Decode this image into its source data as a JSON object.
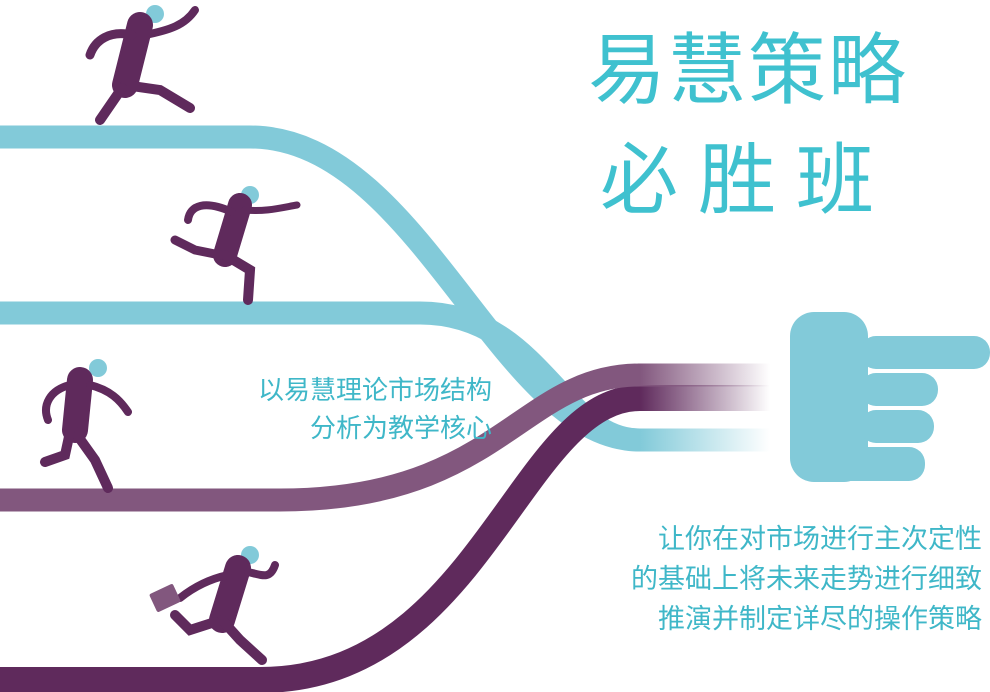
{
  "title": {
    "line1": "易慧策略",
    "line2": "必胜班"
  },
  "middle_text": {
    "line1": "以易慧理论市场结构",
    "line2": "分析为教学核心"
  },
  "bottom_text": {
    "line1": "让你在对市场进行主次定性",
    "line2": "的基础上将未来走势进行细致",
    "line3": "推演并制定详尽的操作策略"
  },
  "colors": {
    "accent": "#3fc1cf",
    "ribbon_blue": "#82cad9",
    "ribbon_purple": "#82577e",
    "ribbon_dark": "#5f2a5c",
    "hand": "#82cad9"
  }
}
